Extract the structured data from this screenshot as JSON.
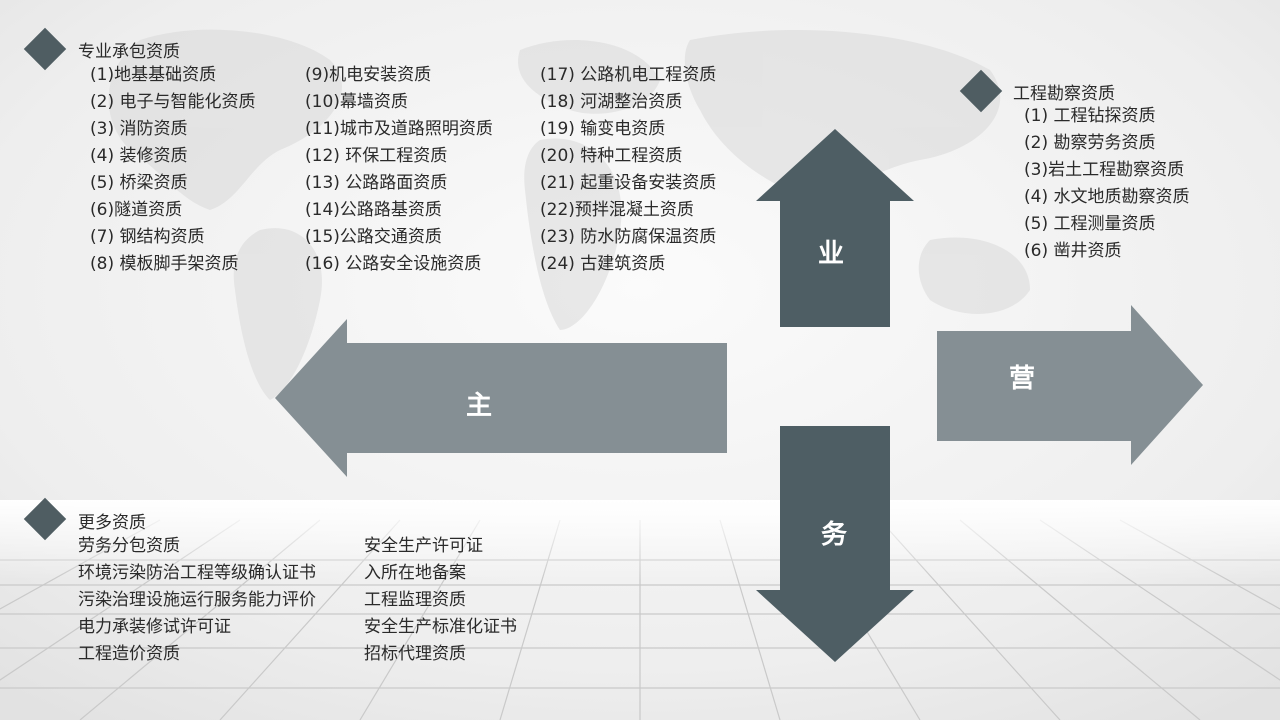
{
  "professional": {
    "title": "专业承包资质",
    "col1": [
      "(1)地基基础资质",
      "(2) 电子与智能化资质",
      "(3) 消防资质",
      "(4) 装修资质",
      "(5) 桥梁资质",
      "(6)隧道资质",
      "(7) 钢结构资质",
      "(8) 模板脚手架资质"
    ],
    "col2": [
      "(9)机电安装资质",
      "(10)幕墙资质",
      "(11)城市及道路照明资质",
      "(12) 环保工程资质",
      "(13) 公路路面资质",
      "(14)公路路基资质",
      "(15)公路交通资质",
      "(16) 公路安全设施资质"
    ],
    "col3": [
      "(17) 公路机电工程资质",
      "(18) 河湖整治资质",
      "(19) 输变电资质",
      "(20) 特种工程资质",
      "(21) 起重设备安装资质",
      "(22)预拌混凝土资质",
      "(23) 防水防腐保温资质",
      "(24) 古建筑资质"
    ]
  },
  "survey": {
    "title": "工程勘察资质",
    "items": [
      "(1) 工程钻探资质",
      "(2) 勘察劳务资质",
      "(3)岩土工程勘察资质",
      "(4) 水文地质勘察资质",
      "(5) 工程测量资质",
      "(6) 凿井资质"
    ]
  },
  "more": {
    "title": "更多资质",
    "col1": [
      "劳务分包资质",
      "环境污染防治工程等级确认证书",
      "污染治理设施运行服务能力评价",
      "电力承装修试许可证",
      "工程造价资质"
    ],
    "col2": [
      "安全生产许可证",
      "入所在地备案",
      "工程监理资质",
      "安全生产标准化证书",
      "招标代理资质"
    ]
  },
  "arrows": {
    "up": "业",
    "left": "主",
    "right": "营",
    "down": "务"
  },
  "colors": {
    "dark_arrow": "#4e5e64",
    "light_arrow": "#858f94",
    "diamond": "#4f5d62"
  }
}
